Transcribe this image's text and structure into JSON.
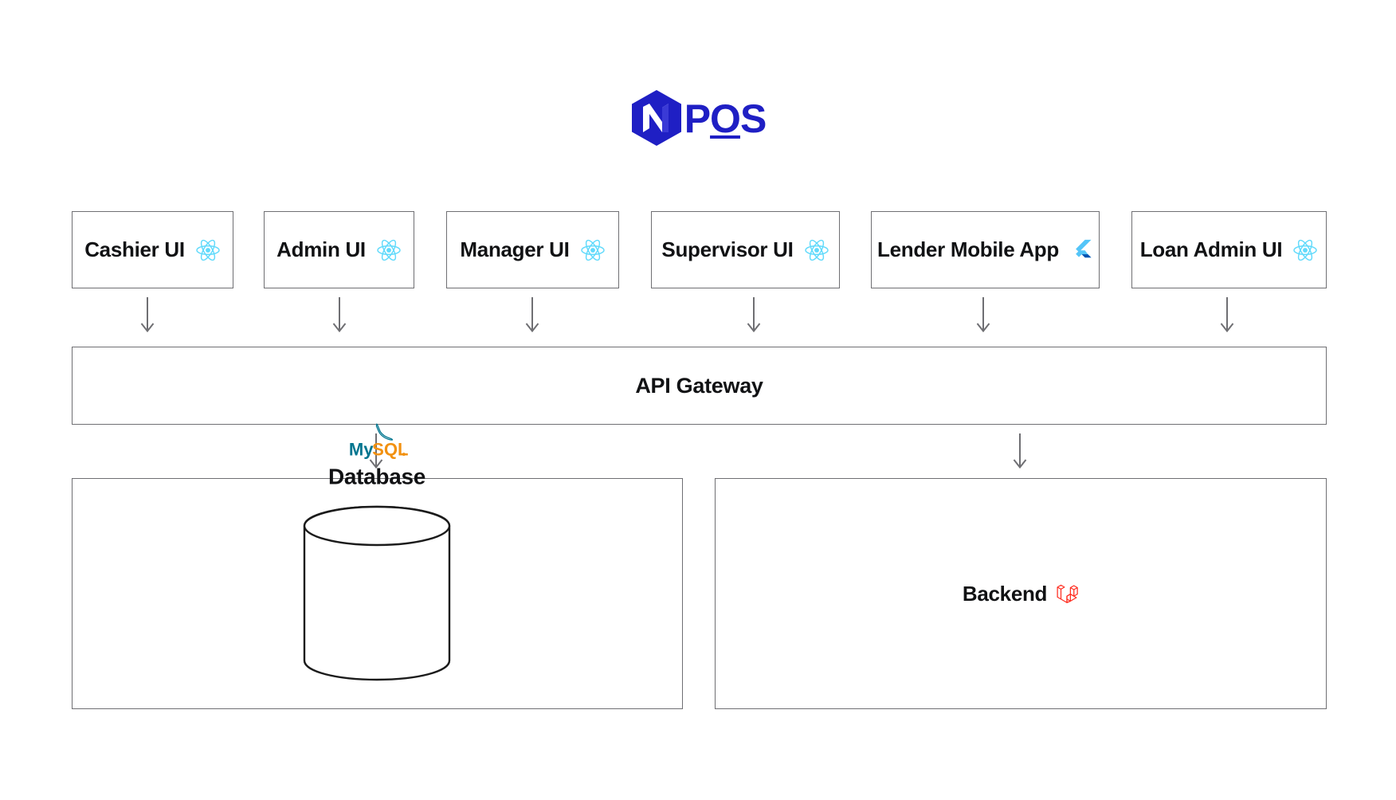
{
  "brand": {
    "name": "POS",
    "logo_icon": "pos-hexagon-logo",
    "logo_color": "#1f1fc4"
  },
  "colors": {
    "box_border": "#6f6f73",
    "arrow": "#6f6f73",
    "text": "#111214",
    "react_cyan": "#61DAFB",
    "flutter_light": "#54C5F8",
    "flutter_dark": "#0553B1",
    "laravel_red": "#FF2D20",
    "mysql_blue": "#00758F",
    "mysql_orange": "#F29111"
  },
  "clients": [
    {
      "label": "Cashier UI",
      "icon": "react-icon"
    },
    {
      "label": "Admin UI",
      "icon": "react-icon"
    },
    {
      "label": "Manager UI",
      "icon": "react-icon"
    },
    {
      "label": "Supervisor UI",
      "icon": "react-icon"
    },
    {
      "label": "Lender Mobile App",
      "icon": "flutter-icon"
    },
    {
      "label": "Loan Admin UI",
      "icon": "react-icon"
    }
  ],
  "gateway": {
    "label": "API Gateway"
  },
  "database": {
    "label": "Database",
    "icon": "mysql-icon",
    "logo_text_primary": "My",
    "logo_text_secondary": "SQL"
  },
  "backend": {
    "label": "Backend",
    "icon": "laravel-icon"
  },
  "arrows": {
    "icon": "arrow-down-icon",
    "count_top": 6,
    "count_bottom": 2
  }
}
